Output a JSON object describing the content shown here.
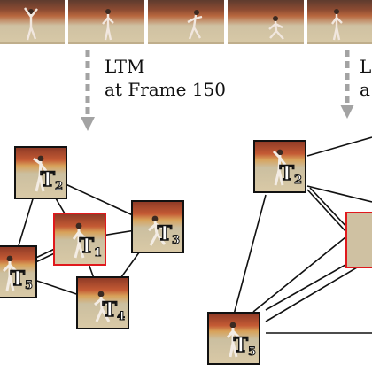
{
  "filmstrip": {
    "frames": [
      {
        "pose": "arms-up"
      },
      {
        "pose": "standing"
      },
      {
        "pose": "leaning"
      },
      {
        "pose": "kneeling"
      },
      {
        "pose": "standing"
      }
    ]
  },
  "annotations": {
    "left": {
      "line1": "LTM",
      "line2": "at Frame 150"
    },
    "right": {
      "line1": "L",
      "line2": "a"
    }
  },
  "left_graph": {
    "nodes": [
      {
        "id": "T2",
        "label": "T",
        "sub": "2",
        "selected": false
      },
      {
        "id": "T1",
        "label": "T",
        "sub": "1",
        "selected": true
      },
      {
        "id": "T3",
        "label": "T",
        "sub": "3",
        "selected": false
      },
      {
        "id": "T5",
        "label": "T",
        "sub": "5",
        "selected": false
      },
      {
        "id": "T4",
        "label": "T",
        "sub": "4",
        "selected": false
      }
    ],
    "edges": [
      {
        "from": "T2",
        "to": "T1",
        "double": false
      },
      {
        "from": "T2",
        "to": "T3",
        "double": false
      },
      {
        "from": "T2",
        "to": "T5",
        "double": false
      },
      {
        "from": "T1",
        "to": "T3",
        "double": false
      },
      {
        "from": "T1",
        "to": "T4",
        "double": false
      },
      {
        "from": "T5",
        "to": "T1",
        "double": true
      },
      {
        "from": "T5",
        "to": "T4",
        "double": false
      },
      {
        "from": "T3",
        "to": "T4",
        "double": false
      }
    ]
  },
  "right_graph": {
    "nodes": [
      {
        "id": "T2",
        "label": "T",
        "sub": "2",
        "selected": false
      },
      {
        "id": "T5",
        "label": "T",
        "sub": "5",
        "selected": false
      }
    ]
  },
  "colors": {
    "arrow": "#a3a3a3",
    "edge": "#111111",
    "selected_border": "#e0191d",
    "tile_border": "#111111"
  }
}
